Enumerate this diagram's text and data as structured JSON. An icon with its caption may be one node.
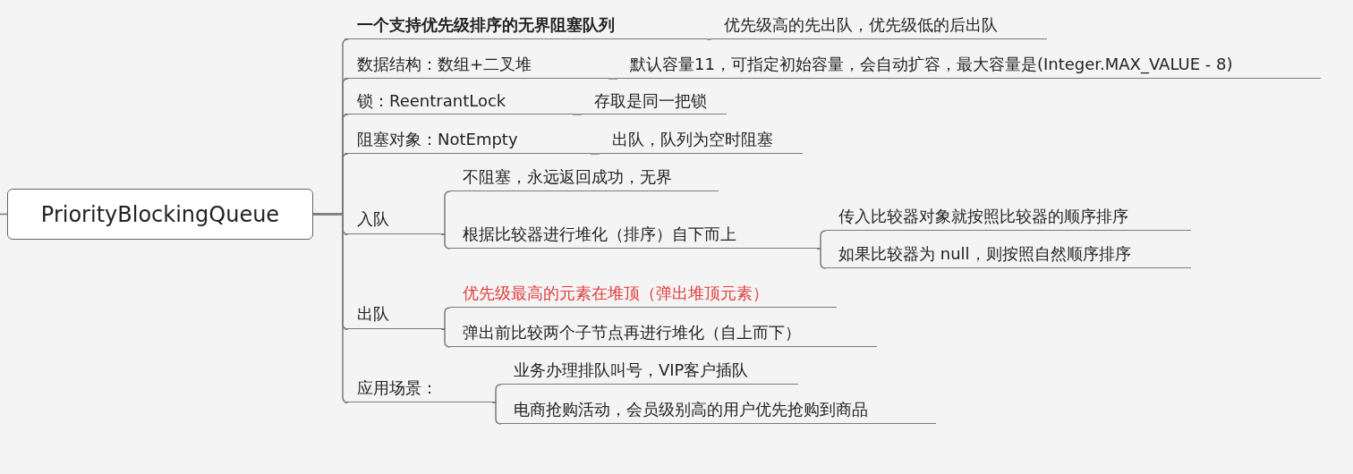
{
  "diagram": {
    "nodes": [
      {
        "text": [
          "PriorityBlockingQueue"
        ]
      },
      {
        "text": [
          "一个支持优先级排序的无界阻塞队列"
        ]
      },
      {
        "text": [
          "优先级高的先出队，优先级低的后出队"
        ]
      },
      {
        "text": [
          "数据结构：数组+二叉堆"
        ]
      },
      {
        "text": [
          "默认容量11，可指定初始容量，会自动扩容，最大容量是(Integer.MAX_VALUE - 8)"
        ]
      },
      {
        "text": [
          "锁：ReentrantLock"
        ]
      },
      {
        "text": [
          "存取是同一把锁"
        ]
      },
      {
        "text": [
          "阻塞对象：NotEmpty"
        ]
      },
      {
        "text": [
          "出队，队列为空时阻塞"
        ]
      },
      {
        "text": [
          "入队"
        ]
      },
      {
        "text": [
          "不阻塞，永远返回成功，无界"
        ]
      },
      {
        "text": [
          "根据比较器进行堆化（排序）自下而上"
        ]
      },
      {
        "text": [
          "传入比较器对象就按照比较器的顺序排序"
        ]
      },
      {
        "text": [
          "如果比较器为 null，则按照自然顺序排序"
        ]
      },
      {
        "text": [
          "出队"
        ]
      },
      {
        "text": [
          "优先级最高的元素在堆顶（弹出堆顶元素）"
        ]
      },
      {
        "text": [
          "弹出前比较两个子节点再进行堆化（自上而下）"
        ]
      },
      {
        "text": [
          "应用场景："
        ]
      },
      {
        "text": [
          "业务办理排队叫号，VIP客户插队"
        ]
      },
      {
        "text": [
          "电商抢购活动，会员级别高的用户优先抢购到商品"
        ]
      }
    ],
    "edges": [
      {
        "from": null,
        "to": 0,
        "arrow": "none"
      },
      {
        "from": 0,
        "to": 1,
        "arrow": "none"
      },
      {
        "from": 1,
        "to": 2,
        "arrow": "none"
      },
      {
        "from": 0,
        "to": 3,
        "arrow": "none"
      },
      {
        "from": 3,
        "to": 4,
        "arrow": "none"
      },
      {
        "from": 0,
        "to": 5,
        "arrow": "none"
      },
      {
        "from": 5,
        "to": 6,
        "arrow": "none"
      },
      {
        "from": 0,
        "to": 7,
        "arrow": "none"
      },
      {
        "from": 7,
        "to": 8,
        "arrow": "none"
      },
      {
        "from": 0,
        "to": 9,
        "arrow": "none"
      },
      {
        "from": 9,
        "to": 10,
        "arrow": "none"
      },
      {
        "from": 9,
        "to": 11,
        "arrow": "none"
      },
      {
        "from": 11,
        "to": 12,
        "arrow": "none"
      },
      {
        "from": 11,
        "to": 13,
        "arrow": "none"
      },
      {
        "from": 0,
        "to": 14,
        "arrow": "none"
      },
      {
        "from": 14,
        "to": 15,
        "arrow": "none"
      },
      {
        "from": 14,
        "to": 16,
        "arrow": "none"
      },
      {
        "from": 0,
        "to": 17,
        "arrow": "none"
      },
      {
        "from": 17,
        "to": 18,
        "arrow": "none"
      },
      {
        "from": 17,
        "to": 19,
        "arrow": "none"
      }
    ]
  }
}
